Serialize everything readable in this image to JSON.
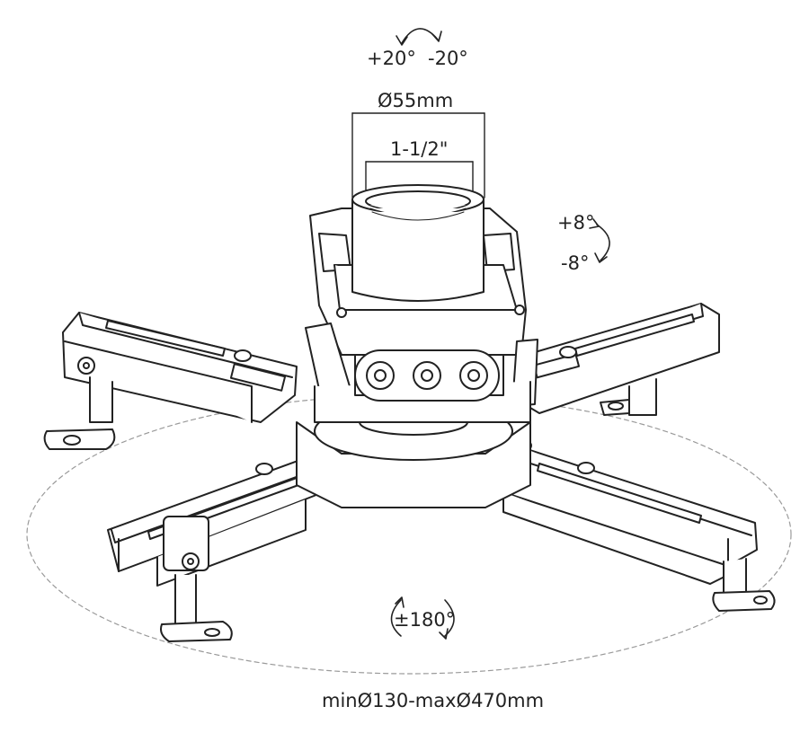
{
  "labels": {
    "tilt_plus": "+20°",
    "tilt_minus": "-20°",
    "pipe_outer": "Ø55mm",
    "pipe_inner": "1-1/2\"",
    "swivel_plus": "+8°",
    "swivel_minus": "-8°",
    "rotation": "±180°",
    "arm_range": "minØ130-maxØ470mm"
  },
  "colors": {
    "line": "#222222",
    "dashed": "#9a9a9a",
    "fill": "#ffffff"
  }
}
